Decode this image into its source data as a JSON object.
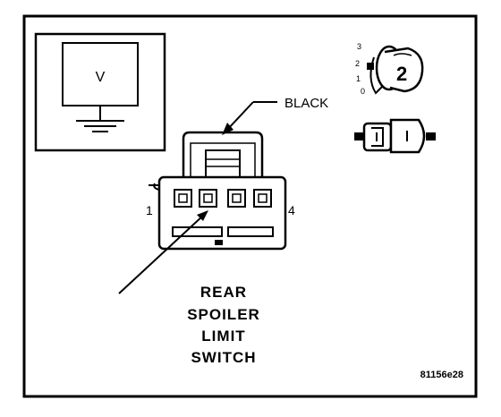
{
  "meter": {
    "label": "V"
  },
  "wire_label": "BLACK",
  "pin_labels": {
    "first": "1",
    "last": "4"
  },
  "title_lines": [
    "REAR",
    "SPOILER",
    "LIMIT",
    "SWITCH"
  ],
  "figure_id": "81156e28",
  "position_indicator": {
    "selected": "2",
    "positions": [
      "3",
      "2",
      "1",
      "0"
    ]
  }
}
